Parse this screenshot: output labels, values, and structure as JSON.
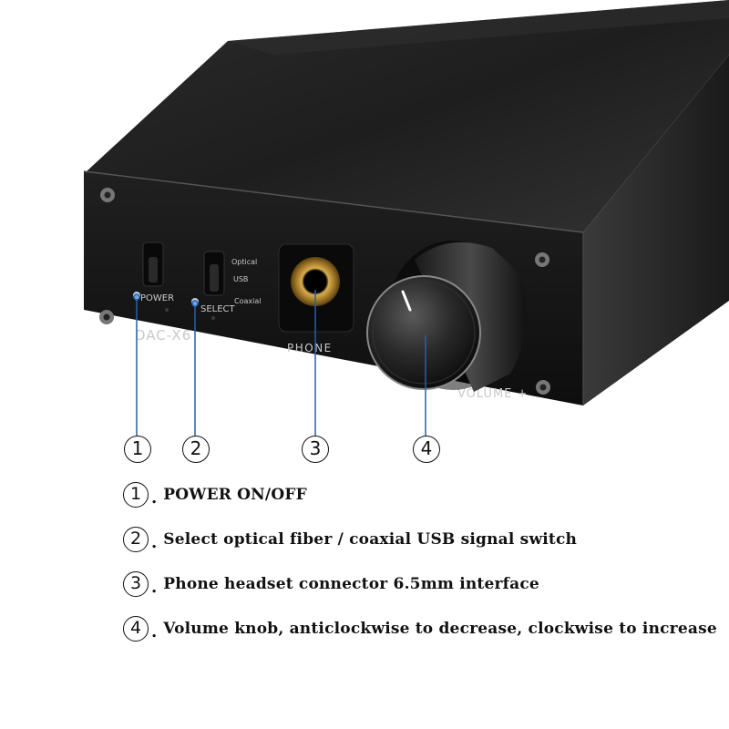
{
  "device": {
    "model_label": "DAC-X6",
    "phone_label": "PHONE",
    "power_label": "POWER",
    "select_label": "SELECT",
    "volume_label": "VOLUME +",
    "switch_positions": [
      "Optical",
      "USB",
      "Coaxial"
    ]
  },
  "callouts": [
    "①",
    "②",
    "③",
    "④"
  ],
  "legend": [
    {
      "num": "1",
      "text": "POWER ON/OFF"
    },
    {
      "num": "2",
      "text": "Select optical fiber / coaxial USB signal switch"
    },
    {
      "num": "3",
      "text": "Phone headset connector 6.5mm interface"
    },
    {
      "num": "4",
      "text": "Volume knob, anticlockwise to decrease, clockwise to increase"
    }
  ],
  "colors": {
    "chassis_top": "#232323",
    "chassis_front": "#141414",
    "callout_line": "#2a5fa8",
    "jack_gold": "#c89a3a"
  }
}
